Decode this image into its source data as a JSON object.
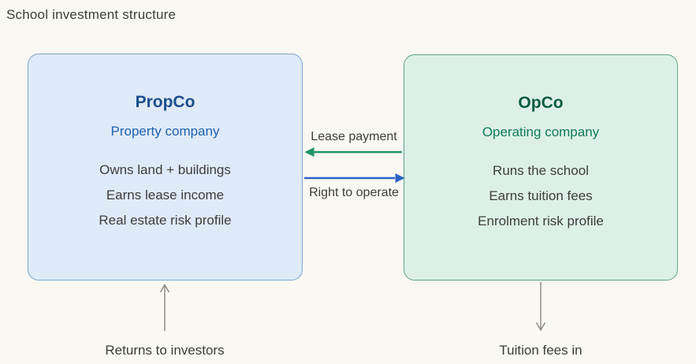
{
  "title": "School investment structure",
  "colors": {
    "background": "#faf8f2",
    "text": "#3d3d3b",
    "propco_fill": "#dfeaf8",
    "propco_border": "#7aa5d2",
    "propco_heading": "#1b4d8c",
    "propco_subtitle": "#1f61b0",
    "opco_fill": "#ddf0e8",
    "opco_border": "#5ea287",
    "opco_heading": "#0b5b43",
    "opco_subtitle": "#0e7b56",
    "lease_arrow": "#1f9469",
    "operate_arrow": "#2c63c3",
    "flow_arrow": "#8e8d87"
  },
  "propco": {
    "name": "PropCo",
    "subtitle": "Property company",
    "lines": [
      "Owns land + buildings",
      "Earns lease income",
      "Real estate risk profile"
    ]
  },
  "opco": {
    "name": "OpCo",
    "subtitle": "Operating company",
    "lines": [
      "Runs the school",
      "Earns tuition fees",
      "Enrolment risk profile"
    ]
  },
  "flows": {
    "lease_payment_label": "Lease payment",
    "lease_payment_direction": "opco-to-propco",
    "right_to_operate_label": "Right to operate",
    "right_to_operate_direction": "propco-to-opco",
    "returns_label": "Returns to investors",
    "returns_direction": "up-into-propco",
    "tuition_label": "Tuition fees in",
    "tuition_direction": "down-out-of-opco"
  }
}
